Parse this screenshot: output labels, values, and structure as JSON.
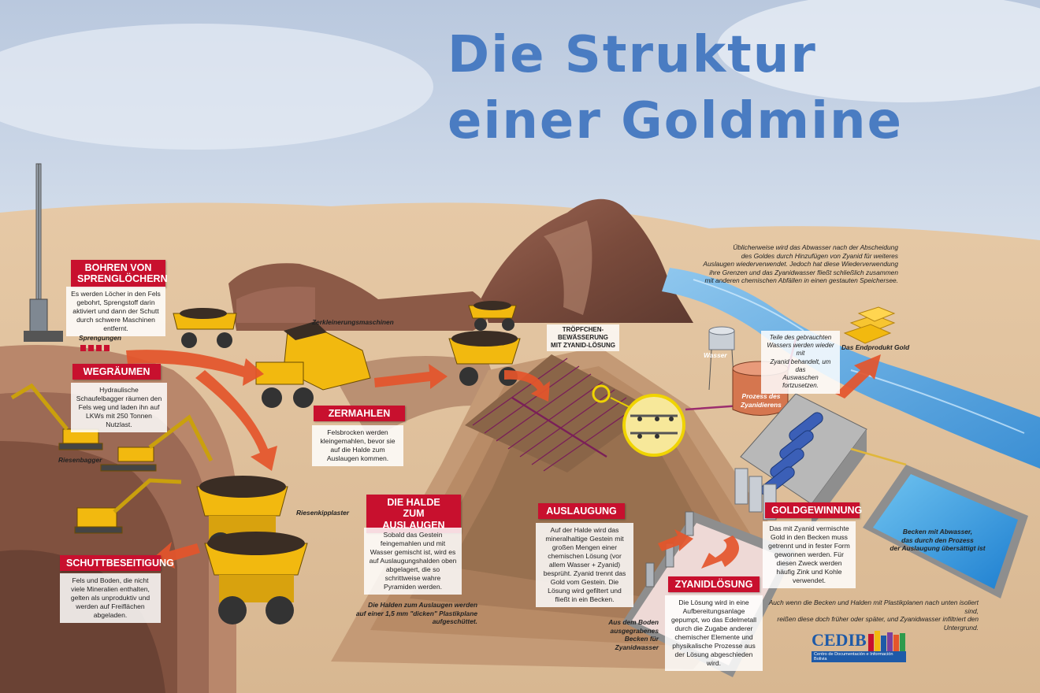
{
  "title": {
    "line1": "Die Struktur",
    "line2": "einer Goldmine"
  },
  "sections": {
    "bohren": {
      "title_l1": "BOHREN VON",
      "title_l2": "SPRENGLÖCHERN",
      "text": "Es werden Löcher in den Fels gebohrt, Sprengstoff darin aktiviert und dann der Schutt durch schwere Maschinen entfernt."
    },
    "wegraeumen": {
      "title": "WEGRÄUMEN",
      "text": "Hydraulische Schaufelbagger räumen den Fels weg und laden ihn auf LKWs mit 250 Tonnen Nutzlast."
    },
    "schutt": {
      "title": "SCHUTTBESEITIGUNG",
      "text": "Fels und Boden, die nicht viele Mineralien enthalten, gelten als unproduktiv und werden auf Freiflächen abgeladen."
    },
    "zermahlen": {
      "title": "ZERMAHLEN",
      "text": "Felsbrocken werden kleingemahlen, bevor sie auf die Halde zum Auslaugen kommen."
    },
    "halde": {
      "title_l1": "DIE HALDE",
      "title_l2": "ZUM AUSLAUGEN",
      "text": "Sobald das Gestein feingemahlen und mit Wasser gemischt ist, wird es auf Auslaugungshalden oben abgelagert, die so schrittweise wahre Pyramiden werden."
    },
    "auslaugung": {
      "title": "AUSLAUGUNG",
      "text": "Auf der Halde wird das mineralhaltige Gestein mit großen Mengen einer chemischen Lösung (vor allem Wasser + Zyanid) besprüht. Zyanid trennt das Gold vom Gestein. Die Lösung wird gefiltert und fließt in ein Becken."
    },
    "goldgewinnung": {
      "title": "GOLDGEWINNUNG",
      "text": "Das mit Zyanid vermischte Gold in den Becken muss getrennt und in fester Form gewonnen werden. Für diesen Zweck werden häufig Zink und Kohle verwendet."
    },
    "zyanidloesung": {
      "title": "ZYANIDLÖSUNG",
      "text": "Die Lösung wird in eine Aufbereitungsanlage gepumpt, wo das Edelmetall durch die Zugabe anderer chemischer Elemente und physikalische Prozesse aus der Lösung abgeschieden wird."
    },
    "troepfchen": {
      "title_l1": "TRÖPFCHEN-",
      "title_l2": "BEWÄSSERUNG",
      "title_l3": "MIT ZYANID-LÖSUNG"
    }
  },
  "labels": {
    "sprengungen": "Sprengungen",
    "riesenbagger": "Riesenbagger",
    "riesenkipplaster": "Riesenkipplaster",
    "zerkleinerung": "Zerkleinerungsmaschinen",
    "wasser": "Wasser",
    "prozess_l1": "Prozess des",
    "prozess_l2": "Zyanidierens",
    "endprodukt": "Das Endprodukt Gold",
    "becken_l1": "Becken mit Abwasser,",
    "becken_l2": "das durch den Prozess",
    "becken_l3": "der Auslaugung übersättigt ist",
    "halden_note_l1": "Die Halden zum Auslaugen werden",
    "halden_note_l2": "auf einer 1,5 mm \"dicken\" Plastikplane",
    "halden_note_l3": "aufgeschüttet.",
    "boden_l1": "Aus dem Boden",
    "boden_l2": "ausgegrabenes",
    "boden_l3": "Becken für Zyanidwasser"
  },
  "notes": {
    "top_right": [
      "Üblicherweise wird das Abwasser nach der Abscheidung",
      "des Goldes durch Hinzufügen von Zyanid für weiteres",
      "Auslaugen wiederverwendet. Jedoch hat diese Wiederverwendung",
      "ihre Grenzen und das Zyanidwasser fließt schließlich zusammen",
      "mit anderen chemischen Abfällen in einen gestauten Speichersee."
    ],
    "wasser_teile": [
      "Teile des gebrauchten",
      "Wassers werden wieder mit",
      "Zyanid behandelt, um das",
      "Auswaschen fortzusetzen."
    ],
    "bottom_right": [
      "Auch wenn die Becken und Halden mit Plastikplanen nach unten isoliert sind,",
      "reißen diese doch früher oder später, und Zyanidwasser infiltriert den Untergrund."
    ]
  },
  "logo": {
    "name": "CEDIB",
    "subtitle": "Centro de Documentación e Información Bolivia"
  },
  "colors": {
    "title_blue": "#4a7cc2",
    "header_red": "#c8102e",
    "truck_yellow": "#f2b90f",
    "arrow_orange": "#e4552b",
    "water_blue": "#5fa8e0"
  }
}
